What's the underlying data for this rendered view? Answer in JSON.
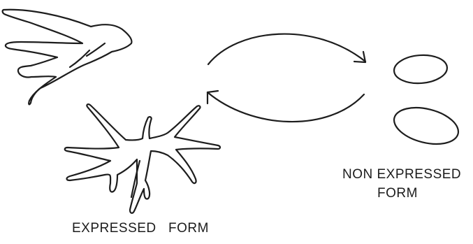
{
  "labels": {
    "expressed": "EXPRESSED   FORM",
    "non_expressed_line1": "NON EXPRESSED",
    "non_expressed_line2": "FORM"
  },
  "colors": {
    "ink": "#1d1d1d",
    "background": "#ffffff"
  }
}
